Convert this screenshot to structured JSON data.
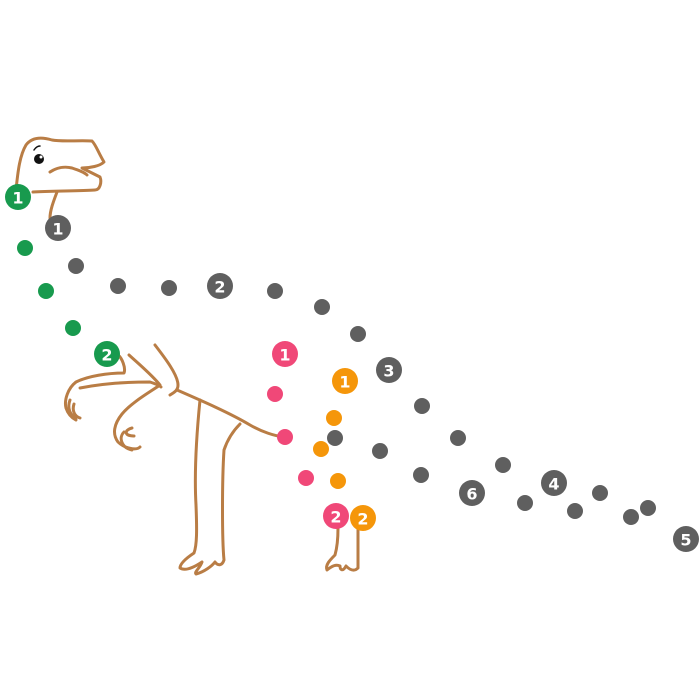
{
  "puzzle": {
    "type": "connect-the-dots",
    "colors": {
      "outline": "#b97d45",
      "green": "#189a4e",
      "gray": "#5f5f5f",
      "pink": "#f04878",
      "orange": "#f5960a"
    },
    "paths": [
      {
        "name": "green",
        "color": "#189a4e",
        "labels": [
          "1",
          "2"
        ]
      },
      {
        "name": "gray",
        "color": "#5f5f5f",
        "labels": [
          "1",
          "2",
          "3",
          "4",
          "5",
          "6"
        ]
      },
      {
        "name": "pink",
        "color": "#f04878",
        "labels": [
          "1",
          "2"
        ]
      },
      {
        "name": "orange",
        "color": "#f5960a",
        "labels": [
          "1",
          "2"
        ]
      }
    ]
  }
}
